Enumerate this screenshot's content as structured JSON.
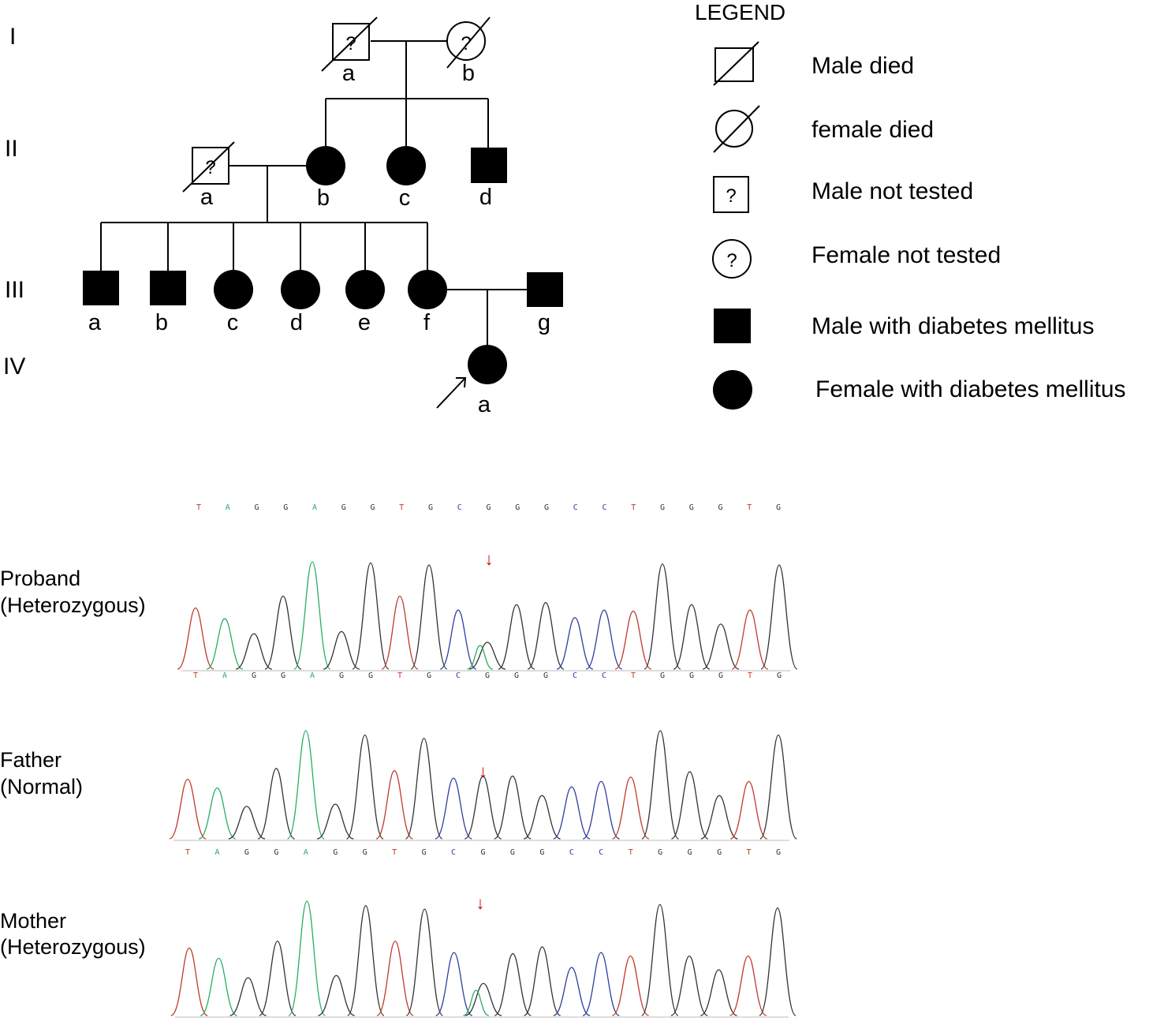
{
  "pedigree": {
    "generations": [
      "I",
      "II",
      "III",
      "IV"
    ],
    "individuals": {
      "I_a": {
        "label": "a",
        "sex": "male",
        "status": "died_not_tested"
      },
      "I_b": {
        "label": "b",
        "sex": "female",
        "status": "died_not_tested"
      },
      "II_a": {
        "label": "a",
        "sex": "male",
        "status": "died_not_tested"
      },
      "II_b": {
        "label": "b",
        "sex": "female",
        "status": "affected"
      },
      "II_c": {
        "label": "c",
        "sex": "female",
        "status": "affected"
      },
      "II_d": {
        "label": "d",
        "sex": "male",
        "status": "affected"
      },
      "III_a": {
        "label": "a",
        "sex": "male",
        "status": "affected"
      },
      "III_b": {
        "label": "b",
        "sex": "male",
        "status": "affected"
      },
      "III_c": {
        "label": "c",
        "sex": "female",
        "status": "affected"
      },
      "III_d": {
        "label": "d",
        "sex": "female",
        "status": "affected"
      },
      "III_e": {
        "label": "e",
        "sex": "female",
        "status": "affected"
      },
      "III_f": {
        "label": "f",
        "sex": "female",
        "status": "affected"
      },
      "III_g": {
        "label": "g",
        "sex": "male",
        "status": "affected"
      },
      "IV_a": {
        "label": "a",
        "sex": "female",
        "status": "affected",
        "proband": true
      }
    },
    "unknown_mark": "?"
  },
  "legend": {
    "title": "LEGEND",
    "items": [
      {
        "symbol": "male-died",
        "label": "Male died"
      },
      {
        "symbol": "female-died",
        "label": "female died"
      },
      {
        "symbol": "male-not-tested",
        "label": "Male not tested"
      },
      {
        "symbol": "female-not-tested",
        "label": "Female not tested"
      },
      {
        "symbol": "male-affected",
        "label": "Male with diabetes mellitus"
      },
      {
        "symbol": "female-affected",
        "label": "Female with diabetes mellitus"
      }
    ]
  },
  "sequence": {
    "bases": [
      "T",
      "A",
      "G",
      "G",
      "A",
      "G",
      "G",
      "T",
      "G",
      "C",
      "G",
      "G",
      "G",
      "C",
      "C",
      "T",
      "G",
      "G",
      "G",
      "T",
      "G"
    ],
    "base_colors": {
      "T": "#c0392b",
      "A": "#27ae60",
      "G": "#333333",
      "C": "#2c3e9e"
    },
    "traces": [
      {
        "id": "proband",
        "line1": "Proband",
        "line2": "(Heterozygous)",
        "genotype": "heterozygous",
        "mutation_index": 10
      },
      {
        "id": "father",
        "line1": "Father",
        "line2": "(Normal)",
        "genotype": "normal",
        "mutation_index": 10
      },
      {
        "id": "mother",
        "line1": "Mother",
        "line2": "(Heterozygous)",
        "genotype": "heterozygous",
        "mutation_index": 10
      }
    ],
    "arrow_glyph": "↓",
    "arrow_color": "#cc0000"
  }
}
